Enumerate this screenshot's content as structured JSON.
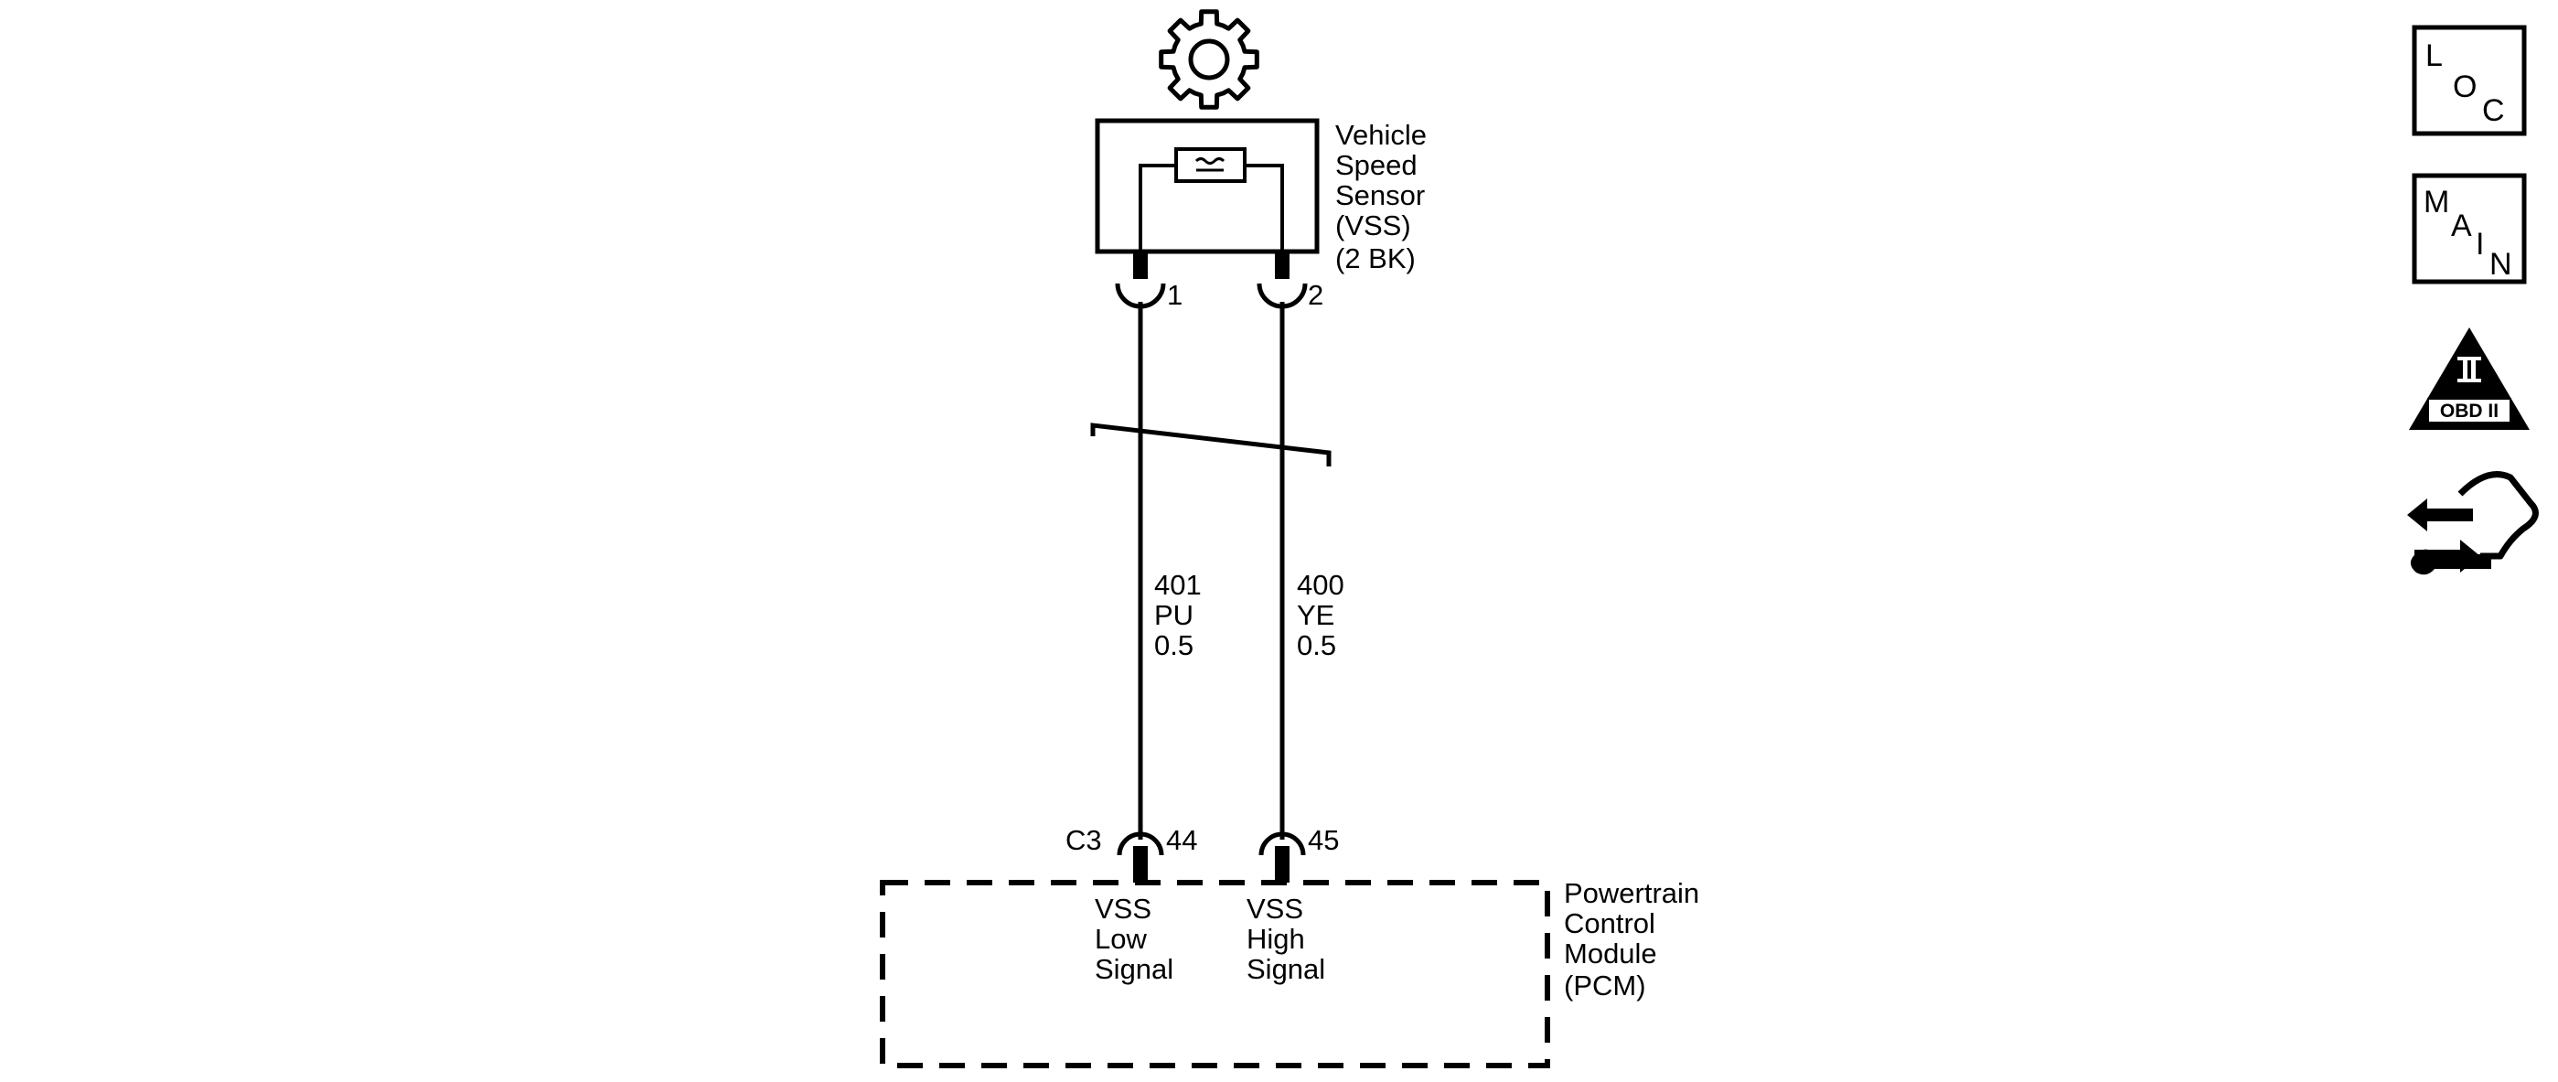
{
  "sensor": {
    "name_lines": [
      "Vehicle",
      "Speed",
      "Sensor",
      "(VSS)",
      "(2 BK)"
    ],
    "pin1": "1",
    "pin2": "2"
  },
  "wires": [
    {
      "circuit": "401",
      "color": "PU",
      "gauge": "0.5"
    },
    {
      "circuit": "400",
      "color": "YE",
      "gauge": "0.5"
    }
  ],
  "pcm": {
    "name_lines": [
      "Powertrain",
      "Control",
      "Module",
      "(PCM)"
    ],
    "connector": "C3",
    "pin_low": "44",
    "pin_high": "45",
    "low_signal_lines": [
      "VSS",
      "Low",
      "Signal"
    ],
    "high_signal_lines": [
      "VSS",
      "High",
      "Signal"
    ]
  },
  "side_icons": {
    "loc": {
      "l": "L",
      "o": "O",
      "c": "C",
      "icon": "location-icon"
    },
    "main": {
      "m": "M",
      "a": "A",
      "i": "I",
      "n": "N",
      "icon": "main-icon"
    },
    "obd": {
      "numeral": "II",
      "label": "OBD II",
      "icon": "obd-ii-icon"
    },
    "service": {
      "icon": "hand-wrench-arrow-icon"
    }
  }
}
